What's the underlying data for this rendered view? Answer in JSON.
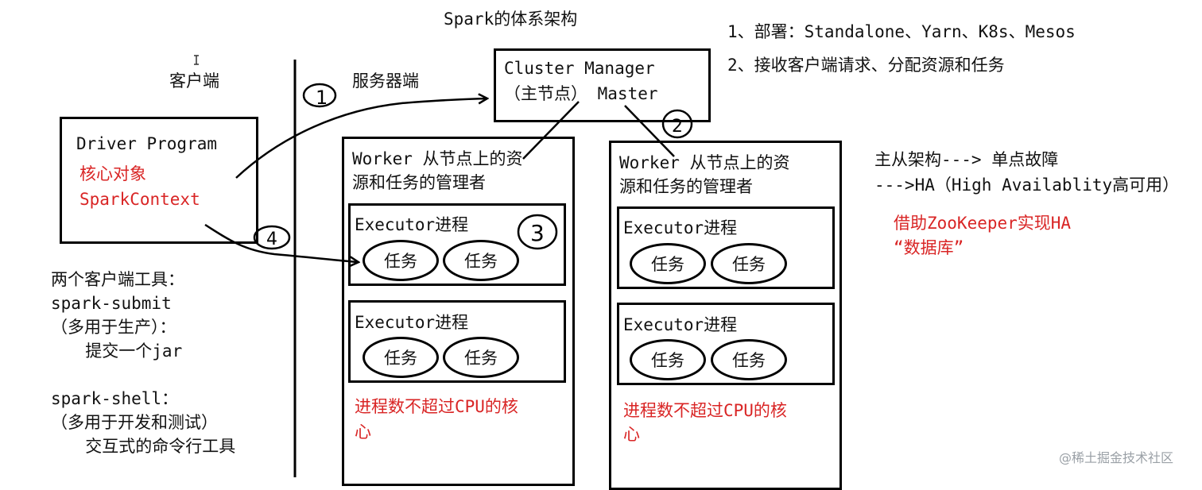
{
  "title": "Spark的体系架构",
  "notes": {
    "line1": "1、部署：Standalone、Yarn、K8s、Mesos",
    "line2": "2、接收客户端请求、分配资源和任务"
  },
  "client": {
    "label": "客户端",
    "driver": {
      "title": "Driver Program",
      "core_label": "核心对象",
      "context": "SparkContext"
    },
    "tools": {
      "heading": "两个客户端工具：",
      "submit_name": "spark-submit",
      "submit_use": "（多用于生产）：",
      "submit_desc": "  提交一个jar",
      "shell_name": "spark-shell：",
      "shell_use": "（多用于开发和测试）",
      "shell_desc": "  交互式的命令行工具"
    }
  },
  "server": {
    "label": "服务器端",
    "cluster_manager": {
      "line1": "Cluster Manager",
      "line2": "（主节点） Master"
    },
    "workers": [
      {
        "desc_line1": "Worker 从节点上的资",
        "desc_line2": "源和任务的管理者",
        "executors": [
          {
            "label": "Executor进程",
            "tasks": [
              "任务",
              "任务"
            ]
          },
          {
            "label": "Executor进程",
            "tasks": [
              "任务",
              "任务"
            ]
          }
        ],
        "note_line1": "进程数不超过CPU的核",
        "note_line2": "心"
      },
      {
        "desc_line1": "Worker 从节点上的资",
        "desc_line2": "源和任务的管理者",
        "executors": [
          {
            "label": "Executor进程",
            "tasks": [
              "任务",
              "任务"
            ]
          },
          {
            "label": "Executor进程",
            "tasks": [
              "任务",
              "任务"
            ]
          }
        ],
        "note_line1": "进程数不超过CPU的核",
        "note_line2": "心"
      }
    ]
  },
  "ha": {
    "line1": "主从架构---> 单点故障",
    "line2": "--->HA（High Availablity高可用）",
    "line3": "借助ZooKeeper实现HA",
    "line4": "“数据库”"
  },
  "step_marks": [
    "1",
    "2",
    "3",
    "4"
  ],
  "watermark": "@稀土掘金技术社区",
  "colors": {
    "ink": "#000000",
    "accent_red": "#d92525",
    "watermark": "#9aa0a6"
  }
}
